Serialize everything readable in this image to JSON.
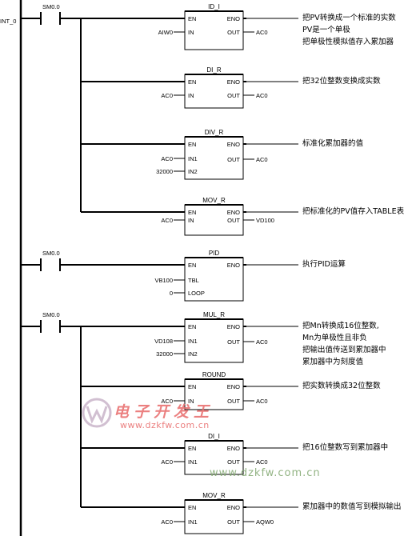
{
  "left_label": "INT_0",
  "contacts": [
    "SM0.0",
    "SM0.0",
    "SM0.0"
  ],
  "blocks": [
    {
      "name": "ID_I",
      "pins_in": [
        "EN",
        "IN"
      ],
      "pins_out": [
        "ENO",
        "OUT"
      ],
      "ops_in": [
        "AIW0"
      ],
      "op_out": "AC0",
      "comment": [
        "把PV转换成一个标准的实数",
        "PV是一个单极",
        "把单极性模拟值存入累加器"
      ]
    },
    {
      "name": "DI_R",
      "pins_in": [
        "EN",
        "IN"
      ],
      "pins_out": [
        "ENO",
        "OUT"
      ],
      "ops_in": [
        "AC0"
      ],
      "op_out": "AC0",
      "comment": [
        "把32位整数变换成实数"
      ]
    },
    {
      "name": "DIV_R",
      "pins_in": [
        "EN",
        "IN1",
        "IN2"
      ],
      "pins_out": [
        "ENO",
        "OUT"
      ],
      "ops_in": [
        "AC0",
        "32000"
      ],
      "op_out": "AC0",
      "comment": [
        "标准化累加器的值"
      ]
    },
    {
      "name": "MOV_R",
      "pins_in": [
        "EN",
        "IN"
      ],
      "pins_out": [
        "ENO",
        "OUT"
      ],
      "ops_in": [
        "AC0"
      ],
      "op_out": "VD100",
      "comment": [
        "把标准化的PV值存入TABLE表"
      ]
    },
    {
      "name": "PID",
      "pins_in": [
        "EN",
        "TBL",
        "LOOP"
      ],
      "pins_out": [
        "ENO"
      ],
      "ops_in": [
        "VB100",
        "0"
      ],
      "op_out": "",
      "comment": [
        "执行PID运算"
      ]
    },
    {
      "name": "MUL_R",
      "pins_in": [
        "EN",
        "IN1",
        "IN2"
      ],
      "pins_out": [
        "ENO",
        "OUT"
      ],
      "ops_in": [
        "VD108",
        "32000"
      ],
      "op_out": "AC0",
      "comment": [
        "把Mn转换成16位整数,",
        "Mn为单极性且非负",
        "把输出值传送到累加器中",
        "累加器中为刻度值"
      ]
    },
    {
      "name": "ROUND",
      "pins_in": [
        "EN",
        "IN"
      ],
      "pins_out": [
        "ENO",
        "OUT"
      ],
      "ops_in": [
        "AC0"
      ],
      "op_out": "AC0",
      "comment": [
        "把实数转换成32位整数"
      ]
    },
    {
      "name": "DI_I",
      "pins_in": [
        "EN",
        "IN1"
      ],
      "pins_out": [
        "ENO",
        "OUT"
      ],
      "ops_in": [
        "AC0"
      ],
      "op_out": "AC0",
      "comment": [
        "把16位整数写到累加器中"
      ]
    },
    {
      "name": "MOV_R",
      "pins_in": [
        "EN",
        "IN1"
      ],
      "pins_out": [
        "ENO",
        "OUT"
      ],
      "ops_in": [
        "AC0"
      ],
      "op_out": "AQW0",
      "comment": [
        "累加器中的数值写到模拟输出"
      ]
    }
  ],
  "watermark": {
    "text": "电子开发王",
    "url": "www.dzkfw.com.cn",
    "url2": "www.dzkfw.com.cn"
  },
  "colors": {
    "ink": "#000000",
    "watermark": "#e86a6a",
    "watermark_logo": "#c9b5c9",
    "watermark_url": "#7fa66e"
  }
}
